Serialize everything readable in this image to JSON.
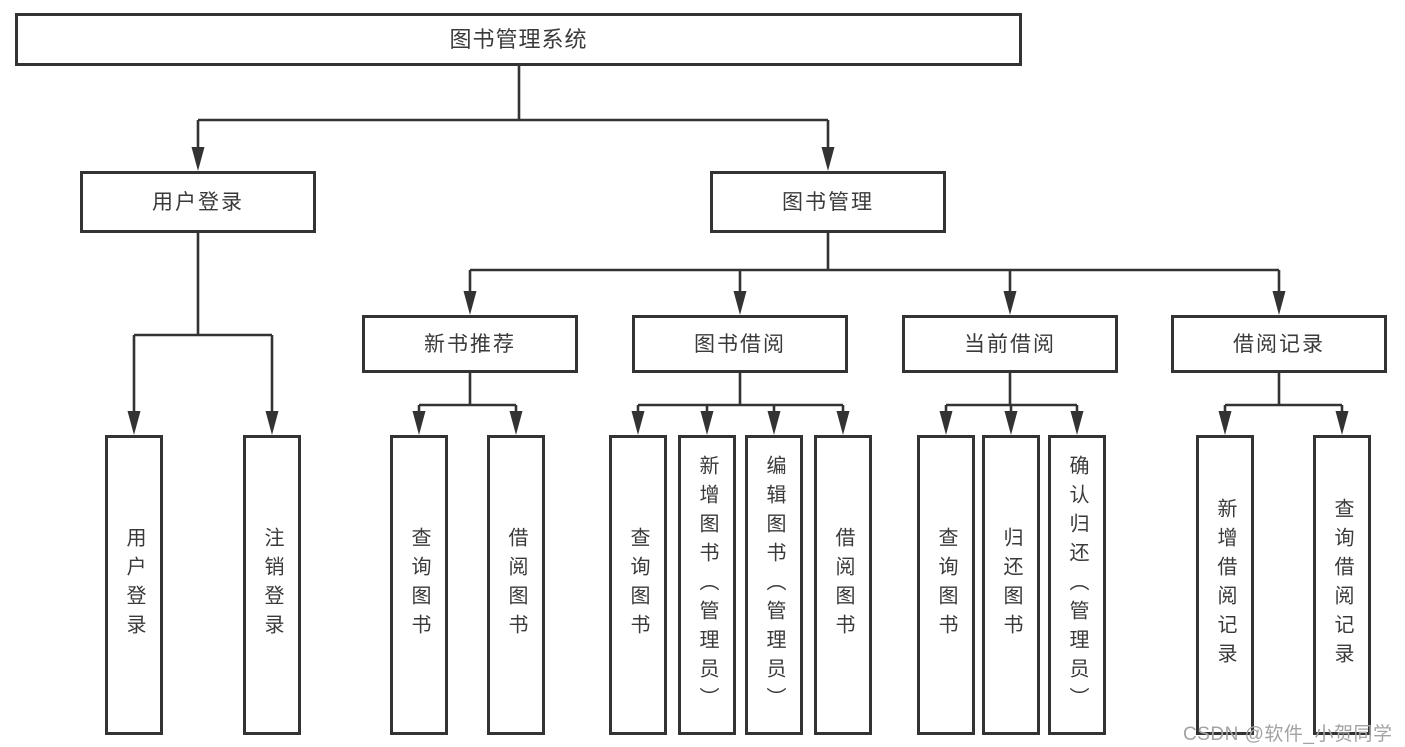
{
  "diagram": {
    "type": "hierarchy-tree",
    "line_color": "#333333",
    "text_color": "#3a3a3a",
    "background": "#ffffff"
  },
  "tree": {
    "root": {
      "label": "图书管理系统"
    },
    "level2": [
      {
        "id": "user-login",
        "label": "用户登录",
        "parent": "root"
      },
      {
        "id": "book-management",
        "label": "图书管理",
        "parent": "root"
      }
    ],
    "level3": [
      {
        "id": "new-book-recommend",
        "label": "新书推荐",
        "parent": "book-management"
      },
      {
        "id": "book-borrow",
        "label": "图书借阅",
        "parent": "book-management"
      },
      {
        "id": "current-borrow",
        "label": "当前借阅",
        "parent": "book-management"
      },
      {
        "id": "borrow-record",
        "label": "借阅记录",
        "parent": "book-management"
      }
    ],
    "leaves": [
      {
        "label": "用户登录",
        "parent": "user-login"
      },
      {
        "label": "注销登录",
        "parent": "user-login"
      },
      {
        "label": "查询图书",
        "parent": "new-book-recommend"
      },
      {
        "label": "借阅图书",
        "parent": "new-book-recommend"
      },
      {
        "label": "查询图书",
        "parent": "book-borrow"
      },
      {
        "label": "新增图书（管理员）",
        "parent": "book-borrow"
      },
      {
        "label": "编辑图书（管理员）",
        "parent": "book-borrow"
      },
      {
        "label": "借阅图书",
        "parent": "book-borrow"
      },
      {
        "label": "查询图书",
        "parent": "current-borrow"
      },
      {
        "label": "归还图书",
        "parent": "current-borrow"
      },
      {
        "label": "确认归还（管理员）",
        "parent": "current-borrow"
      },
      {
        "label": "新增借阅记录",
        "parent": "borrow-record"
      },
      {
        "label": "查询借阅记录",
        "parent": "borrow-record"
      }
    ]
  },
  "watermark": {
    "text": "CSDN @软件_小贺同学",
    "color": "#a3a3a3"
  }
}
